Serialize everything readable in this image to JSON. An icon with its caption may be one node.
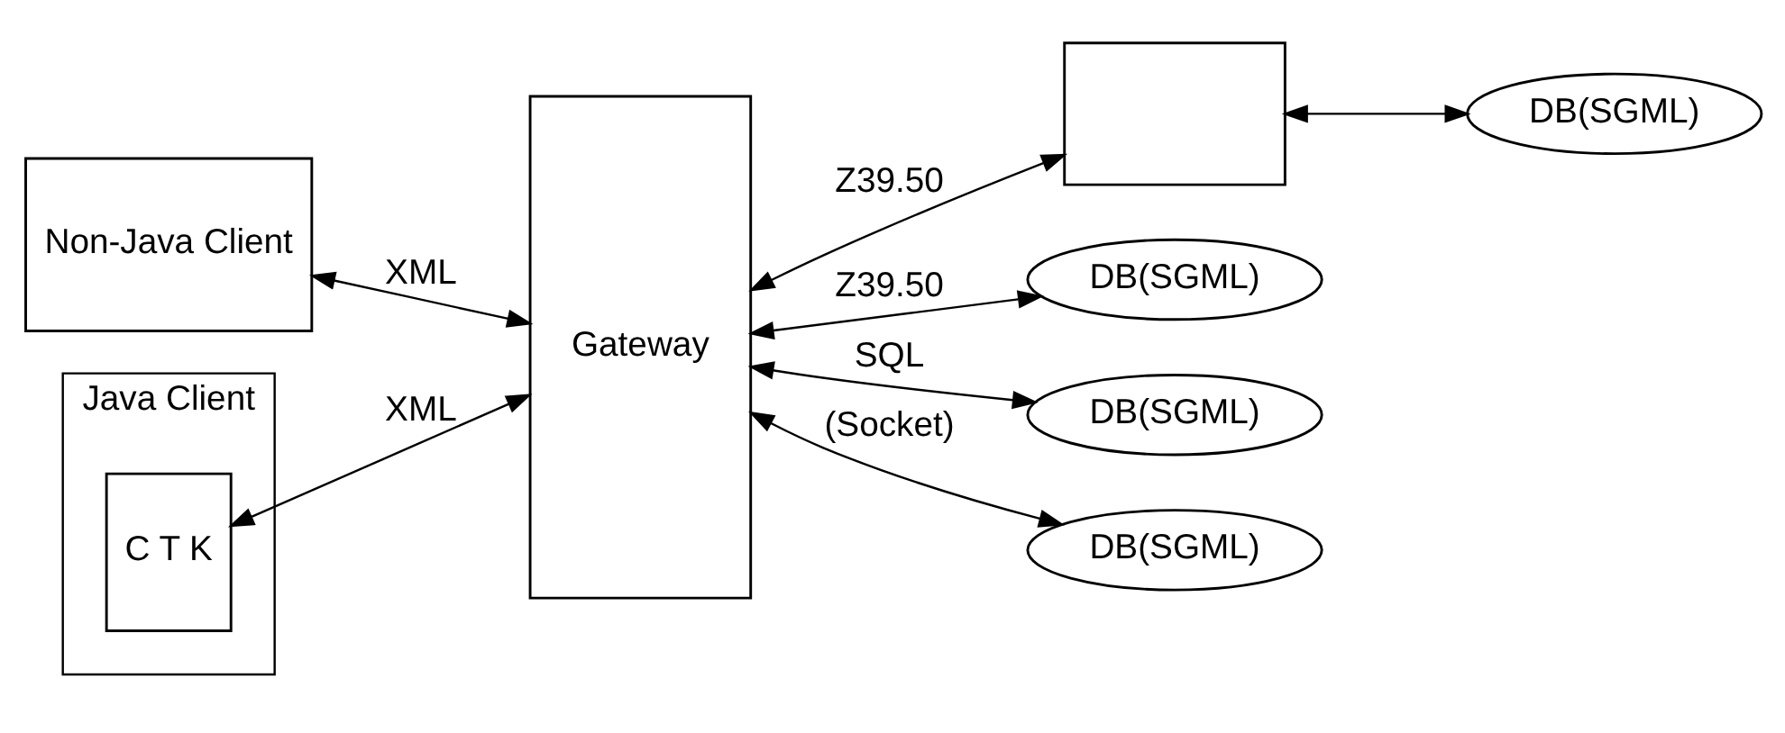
{
  "diagram": {
    "nodes": [
      {
        "text": [
          "Non-Java Client"
        ]
      },
      {
        "text": [
          "Java Client"
        ]
      },
      {
        "text": [
          "C T K"
        ],
        "in": 1
      },
      {
        "text": [
          "Gateway"
        ]
      },
      {
        "text": [],
        "shape": "box"
      },
      {
        "text": [
          "DB(SGML)"
        ]
      },
      {
        "text": [
          "DB(SGML)"
        ]
      },
      {
        "text": [
          "DB(SGML)"
        ]
      },
      {
        "text": [
          "DB(SGML)"
        ]
      }
    ],
    "edges": [
      {
        "from": 0,
        "to": 3,
        "arrow": "both",
        "label": "XML"
      },
      {
        "from": 2,
        "to": 3,
        "arrow": "both",
        "label": "XML"
      },
      {
        "from": 3,
        "to": 5,
        "arrow": "both",
        "label": "Z39.50"
      },
      {
        "from": 3,
        "to": 4,
        "arrow": "both",
        "label": "Z39.50"
      },
      {
        "from": 4,
        "to": 6,
        "arrow": "both"
      },
      {
        "from": 3,
        "to": 7,
        "arrow": "both",
        "label": "SQL"
      },
      {
        "from": 3,
        "to": 8,
        "arrow": "both",
        "label": "(Socket)"
      }
    ]
  }
}
